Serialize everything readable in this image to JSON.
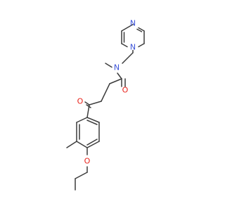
{
  "colors": {
    "carbon_bond": "#3c3c3c",
    "nitrogen": "#3a52d8",
    "oxygen": "#e8231b"
  },
  "atoms": {
    "pyrazine_n_top": "N",
    "pyrazine_n_bottom": "N",
    "amide_n": "N",
    "amide_o": "O",
    "ketone_o": "O",
    "ether_o": "O"
  }
}
